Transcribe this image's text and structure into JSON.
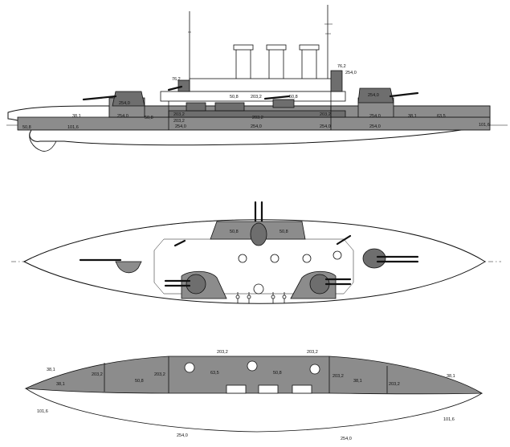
{
  "side_profile": {
    "labels": {
      "stern_belt": "50,8",
      "aft_end_belt": "38,1",
      "belt_aft": "101,6",
      "deck_aft": "50,8",
      "aft_turret_upper": "254,0",
      "aft_turret_lower": "254,0",
      "casemate_top_a": "203,2",
      "casemate_lower": "203,2",
      "casemate_right": "203,2",
      "belt_mid_a": "254,0",
      "belt_mid_b": "254,0",
      "belt_mid_c": "254,0",
      "upper_belt_mid": "203,2",
      "upper_belt_right": "254,0",
      "bridge_a": "50,8",
      "bridge_b": "203,2",
      "small_gun_aft": "76,2",
      "small_gun_fwd": "76,2",
      "conning": "254,0",
      "sec_gun": "50,8",
      "fwd_turret": "254,0",
      "fwd_belt": "254,0",
      "fwd_end_belt": "38,1",
      "bow_belt": "63,5",
      "bow_end": "101,6"
    }
  },
  "plan_view": {
    "labels": {
      "left_box": "50,8",
      "right_box": "50,8"
    }
  },
  "deck_plan": {
    "labels": {
      "top_a": "203,2",
      "top_b": "203,2",
      "end_left": "38,1",
      "end_right": "38,1",
      "aft_low": "101,6",
      "fwd_low": "101,6",
      "bottom_a": "254,0",
      "bottom_b": "254,0",
      "seg1": "38,1",
      "seg2": "203,2",
      "seg3": "50,8",
      "seg4": "203,2",
      "seg5": "63,5",
      "seg6": "50,8",
      "seg7": "203,2",
      "seg8": "38,1",
      "seg9": "203,2"
    }
  }
}
